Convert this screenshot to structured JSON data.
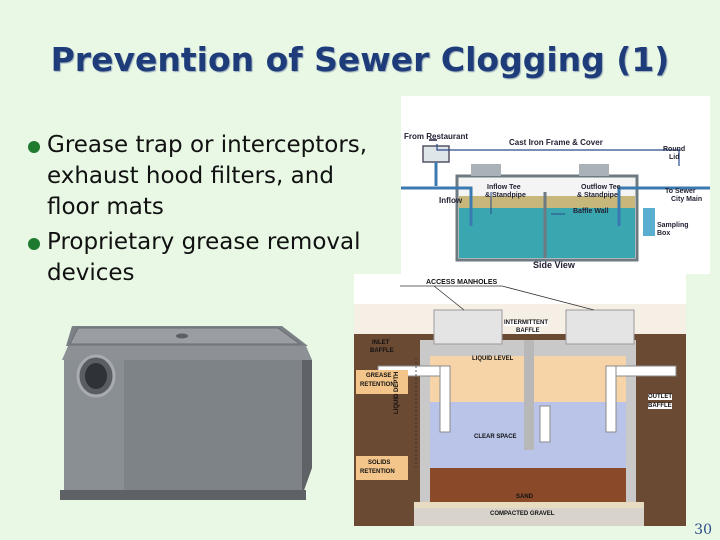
{
  "slide": {
    "title": "Prevention of Sewer Clogging (1)",
    "bullets": [
      "Grease trap or interceptors, exhaust hood filters, and floor mats",
      "Proprietary grease removal devices"
    ],
    "page_number": "30"
  },
  "side_view_diagram": {
    "labels": {
      "from_restaurant": "From Restaurant",
      "frame": "Cast Iron Frame & Cover",
      "round_lid_1": "Round",
      "round_lid_2": "Lid",
      "inflow_tee_1": "Inflow Tee",
      "inflow_tee_2": "& Standpipe",
      "outflow_tee_1": "Outflow Tee",
      "outflow_tee_2": "& Standpipe",
      "inflow": "Inflow",
      "baffle_wall": "Baffle Wall",
      "to_sewer_1": "To Sewer",
      "to_sewer_2": "City Main",
      "sampling_1": "Sampling",
      "sampling_2": "Box",
      "caption": "Side View"
    }
  },
  "tank_diagram": {
    "labels": {
      "access_manholes": "ACCESS MANHOLES",
      "intermittent_1": "INTERMITTENT",
      "intermittent_2": "BAFFLE",
      "inlet_1": "INLET",
      "inlet_2": "BAFFLE",
      "liquid_level": "LIQUID LEVEL",
      "grease_1": "GREASE",
      "grease_2": "RETENTION",
      "liquid_depth": "LIQUID DEPTH",
      "outlet_1": "OUTLET",
      "outlet_2": "BAFFLE",
      "clear_space": "CLEAR SPACE",
      "solids_1": "SOLIDS",
      "solids_2": "RETENTION",
      "sand": "SAND",
      "gravel": "COMPACTED GRAVEL"
    }
  },
  "colors": {
    "background": "#e8f8e4",
    "title": "#1f3c7a",
    "bullet": "#1e7a2e"
  }
}
